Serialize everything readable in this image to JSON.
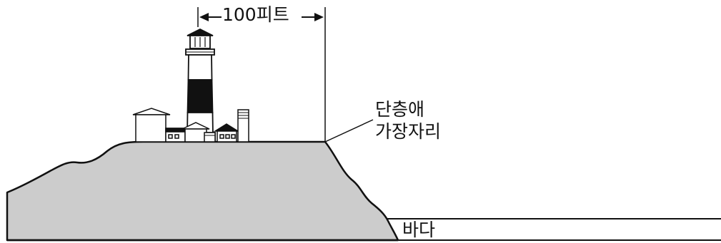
{
  "labels": {
    "distance": "100피트",
    "cliff_line1": "단층애",
    "cliff_line2": "가장자리",
    "sea": "바다"
  },
  "colors": {
    "land": "#cccccc",
    "ink": "#111111",
    "background": "#ffffff"
  }
}
